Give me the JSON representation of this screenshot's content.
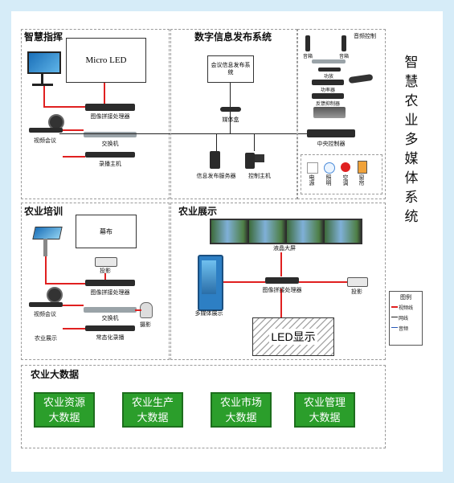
{
  "vertical_title": [
    "智",
    "慧",
    "农",
    "业",
    "多",
    "媒",
    "体",
    "系",
    "统"
  ],
  "sections": {
    "command": {
      "title": "智慧指挥",
      "micro_led": "Micro LED",
      "splicer": "图像拼接处理器",
      "switch": "交换机",
      "video_conf": "视频会议",
      "recorder": "录播主机"
    },
    "publish": {
      "title": "数字信息发布系统",
      "conf_system": "会议信息发布系统",
      "media_box": "媒体盒",
      "server": "信息发布服务器",
      "control_host": "控制主机"
    },
    "audio": {
      "speaker_left": "音箱",
      "speaker_right": "音箱",
      "audio_control": "音频控制",
      "processor": "功放",
      "power": "功率器",
      "feedback": "反馈抑制器",
      "central": "中央控制器",
      "switches": [
        "电源",
        "照明",
        "空调",
        "窗帘"
      ]
    },
    "training": {
      "title": "农业培训",
      "screen": "幕布",
      "projector": "投影",
      "splicer": "图像拼接处理器",
      "switch": "交换机",
      "video_conf": "视频会议",
      "camera": "摄影",
      "display": "农业展示",
      "recorder": "常态化录播"
    },
    "show": {
      "title": "农业展示",
      "lcd": "液晶大屏",
      "kiosk": "多媒体展示",
      "splicer": "图像拼接处理器",
      "projector": "投影",
      "led": "LED显示"
    },
    "legend": {
      "title": "图例",
      "items": [
        "视频线",
        "网线",
        "音频"
      ]
    },
    "bigdata": {
      "title": "农业大数据",
      "boxes": [
        [
          "农业资源",
          "大数据"
        ],
        [
          "农业生产",
          "大数据"
        ],
        [
          "农业市场",
          "大数据"
        ],
        [
          "农业管理",
          "大数据"
        ]
      ]
    }
  }
}
